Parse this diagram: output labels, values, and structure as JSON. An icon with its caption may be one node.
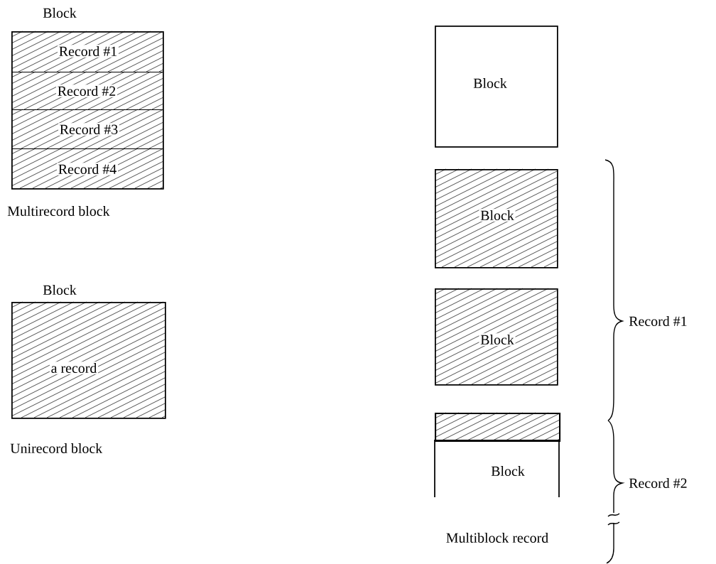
{
  "diagram": {
    "nodes": [
      {
        "text": [
          "Block"
        ],
        "beside": [
          "Multirecord block"
        ]
      },
      {
        "text": [
          "Record #1"
        ],
        "in": 0
      },
      {
        "text": [
          "Record #2"
        ],
        "in": 0
      },
      {
        "text": [
          "Record #3"
        ],
        "in": 0
      },
      {
        "text": [
          "Record #4"
        ],
        "in": 0
      },
      {
        "text": [
          "Block",
          "a record"
        ],
        "beside": [
          "Unirecord block"
        ]
      },
      {
        "text": [
          "Block"
        ]
      },
      {
        "text": [
          "Block"
        ]
      },
      {
        "text": [
          "Block"
        ]
      },
      {
        "text": [],
        "shape": "bar"
      },
      {
        "text": [
          "Block"
        ]
      }
    ],
    "labels": [
      "Record #1",
      "Record #2",
      "Multiblock record"
    ]
  }
}
